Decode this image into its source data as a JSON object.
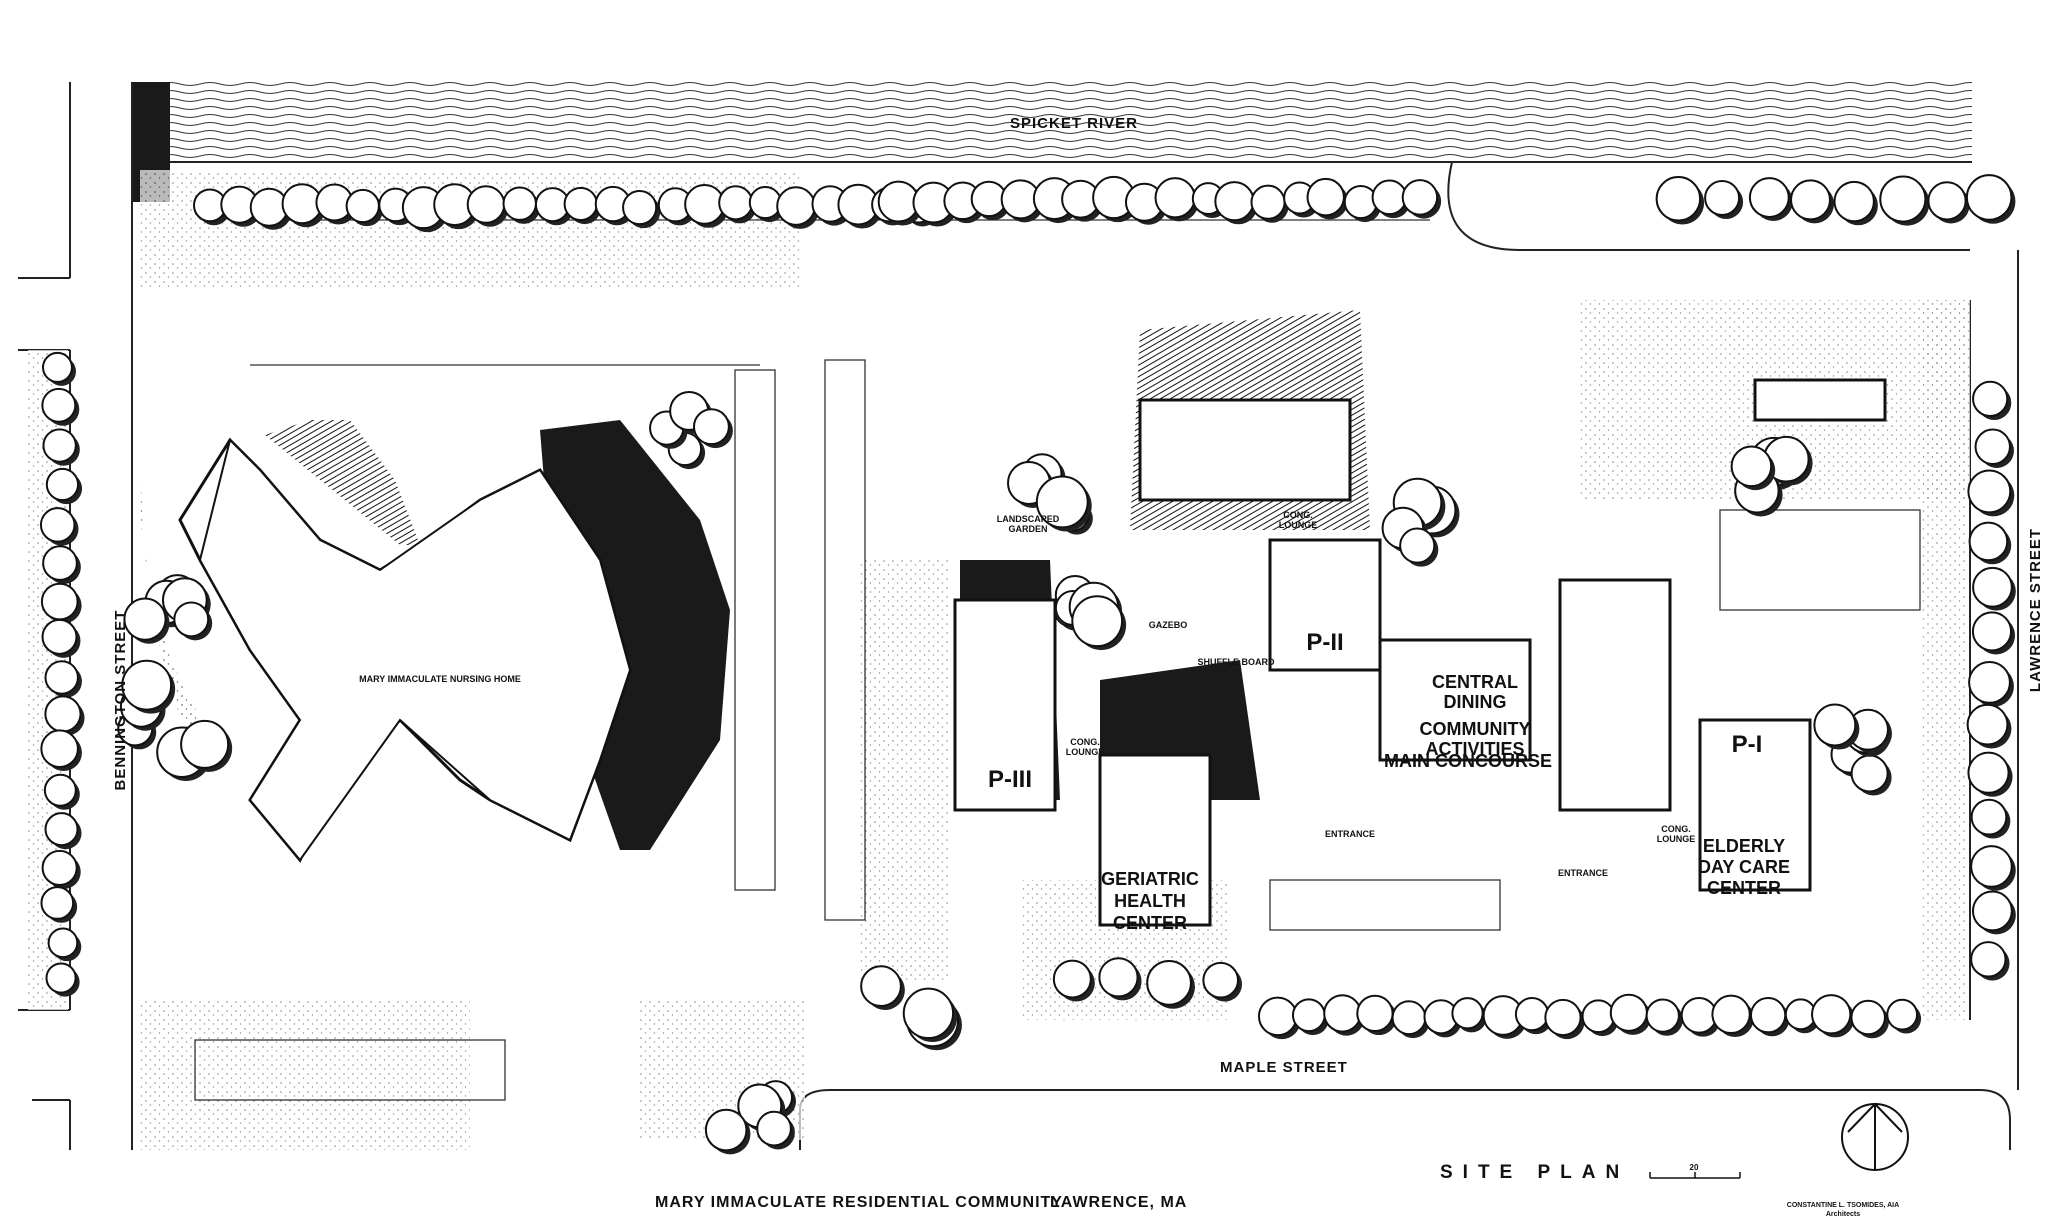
{
  "title": "MARY IMMACULATE RESIDENTIAL COMMUNITY",
  "location": "LAWRENCE, MA",
  "sheet_label": "SITE PLAN",
  "scale_label": "20",
  "architect": {
    "name": "CONSTANTINE L. TSOMIDES, AIA",
    "role": "Architects"
  },
  "streets": {
    "river": "SPICKET RIVER",
    "west": "BENNINGTON STREET",
    "east": "LAWRENCE STREET",
    "south": "MAPLE STREET"
  },
  "buildings": {
    "nursing_home": "MARY IMMACULATE NURSING HOME",
    "p3": "P-III",
    "p2": "P-II",
    "p1": "P-I",
    "geriatric": [
      "GERIATRIC",
      "HEALTH",
      "CENTER"
    ],
    "central_dining": [
      "CENTRAL",
      "DINING"
    ],
    "community": [
      "COMMUNITY",
      "ACTIVITIES"
    ],
    "concourse": "MAIN CONCOURSE",
    "elderly": [
      "ELDERLY",
      "DAY CARE",
      "CENTER"
    ],
    "gazebo": "GAZEBO",
    "shuffleboard": "SHUFFLE BOARD",
    "garden": [
      "LANDSCAPED",
      "GARDEN"
    ],
    "entrance": "ENTRANCE",
    "lounge": [
      "CONG.",
      "LOUNGE"
    ]
  },
  "colors": {
    "ink": "#111111",
    "paper": "#ffffff"
  }
}
